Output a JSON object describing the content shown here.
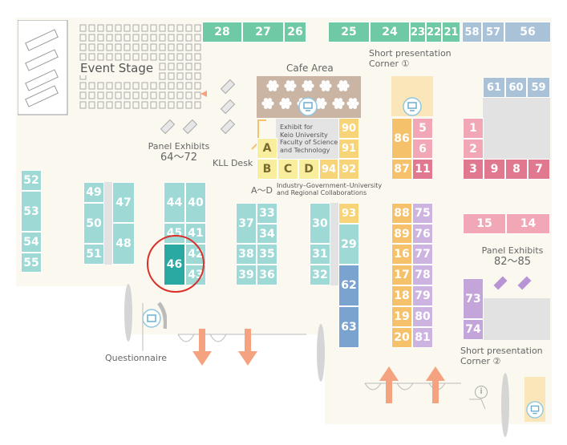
{
  "colors": {
    "green": "#6fc9a5",
    "teal": "#9fd9d6",
    "dark_teal": "#2aa8a2",
    "yellow": "#f7d477",
    "orange": "#f6c16b",
    "pink": "#ea8aa0",
    "blue": "#a9c2d8",
    "purple": "#c4a5d9",
    "highlight_ring": "#d9302a",
    "arrow": "#f4a27f"
  },
  "labels": {
    "event_stage": "Event Stage",
    "cafe_area": "Cafe Area",
    "short_pres_1": "Short presentation",
    "short_pres_1b": "Corner ①",
    "panel_exhibits_left": "Panel Exhibits",
    "panel_exhibits_left_range": "64～72",
    "kll_desk": "KLL Desk",
    "keio_exhibit_1": "Exhibit for",
    "keio_exhibit_2": "Keio University",
    "keio_exhibit_3": "Faculty of Science",
    "keio_exhibit_4": "and Technology",
    "ad_range": "A～D",
    "industry_1": "Industry–Government–University",
    "industry_2": "and Regional Collaborations",
    "panel_exhibits_right": "Panel Exhibits",
    "panel_exhibits_right_range": "82～85",
    "short_pres_2": "Short presentation",
    "short_pres_2b": "Corner ②",
    "questionnaire": "Questionnaire",
    "info_icon": "i"
  },
  "booths": {
    "b28": "28",
    "b27": "27",
    "b26": "26",
    "b25": "25",
    "b24": "24",
    "b23": "23",
    "b22": "22",
    "b21": "21",
    "b58": "58",
    "b57": "57",
    "b56": "56",
    "b61": "61",
    "b60": "60",
    "b59": "59",
    "b90": "90",
    "b91": "91",
    "b92": "92",
    "b94": "94",
    "bA": "A",
    "bB": "B",
    "bC": "C",
    "bD": "D",
    "b86": "86",
    "b87": "87",
    "b5": "5",
    "b6": "6",
    "b11": "11",
    "b1": "1",
    "b2": "2",
    "b3": "3",
    "b9": "9",
    "b8": "8",
    "b7": "7",
    "b52": "52",
    "b53": "53",
    "b54": "54",
    "b55": "55",
    "b49": "49",
    "b50": "50",
    "b51": "51",
    "b47": "47",
    "b48": "48",
    "b44": "44",
    "b40": "40",
    "b45": "45",
    "b41": "41",
    "b46": "46",
    "b42": "42",
    "b43": "43",
    "b37": "37",
    "b33": "33",
    "b34": "34",
    "b38": "38",
    "b35": "35",
    "b39": "39",
    "b36": "36",
    "b30": "30",
    "b31": "31",
    "b32": "32",
    "b93": "93",
    "b29": "29",
    "b62": "62",
    "b63": "63",
    "b88": "88",
    "b75": "75",
    "b89": "89",
    "b76": "76",
    "b16": "16",
    "b77": "77",
    "b17": "17",
    "b78": "78",
    "b18": "18",
    "b79": "79",
    "b19": "19",
    "b80": "80",
    "b20": "20",
    "b81": "81",
    "b15": "15",
    "b14": "14",
    "b73": "73",
    "b74": "74"
  }
}
